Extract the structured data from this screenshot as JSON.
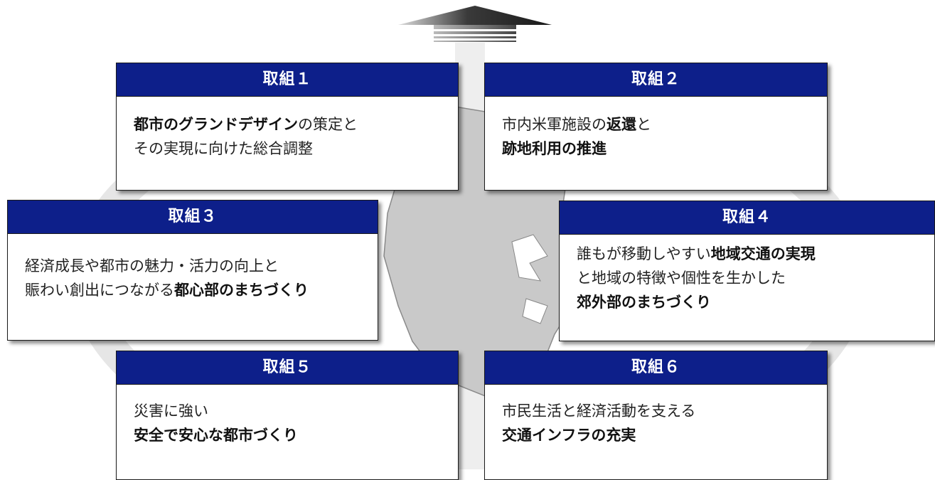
{
  "colors": {
    "header_bg": "#0d1f8a",
    "header_text": "#ffffff",
    "ring": "#e6e6e6",
    "map": "#c8c8c8"
  },
  "icons": [
    "up-arrow-icon",
    "city-map-icon"
  ],
  "cards": [
    {
      "title": "取組１",
      "lines": [
        [
          {
            "t": "都市のグランドデザイン",
            "b": true
          },
          {
            "t": "の策定と",
            "b": false
          }
        ],
        [
          {
            "t": "その実現に向けた総合調整",
            "b": false
          }
        ]
      ]
    },
    {
      "title": "取組２",
      "lines": [
        [
          {
            "t": "市内米軍施設の",
            "b": false
          },
          {
            "t": "返還",
            "b": true
          },
          {
            "t": "と",
            "b": false
          }
        ],
        [
          {
            "t": "跡地利用の推進",
            "b": true
          }
        ]
      ]
    },
    {
      "title": "取組３",
      "lines": [
        [
          {
            "t": "経済成長や都市の魅力・活力の向上と",
            "b": false
          }
        ],
        [
          {
            "t": "賑わい創出につながる",
            "b": false
          },
          {
            "t": "都心部のまちづくり",
            "b": true
          }
        ]
      ]
    },
    {
      "title": "取組４",
      "lines": [
        [
          {
            "t": "誰もが移動しやすい",
            "b": false
          },
          {
            "t": "地域交通の実現",
            "b": true
          }
        ],
        [
          {
            "t": "と地域の特徴や個性を生かした",
            "b": false
          }
        ],
        [
          {
            "t": "郊外部のまちづくり",
            "b": true
          }
        ]
      ]
    },
    {
      "title": "取組５",
      "lines": [
        [
          {
            "t": "災害に強い",
            "b": false
          }
        ],
        [
          {
            "t": "安全で安心な都市づくり",
            "b": true
          }
        ]
      ]
    },
    {
      "title": "取組６",
      "lines": [
        [
          {
            "t": "市民生活と経済活動を支える",
            "b": false
          }
        ],
        [
          {
            "t": "交通インフラの充実",
            "b": true
          }
        ]
      ]
    }
  ]
}
